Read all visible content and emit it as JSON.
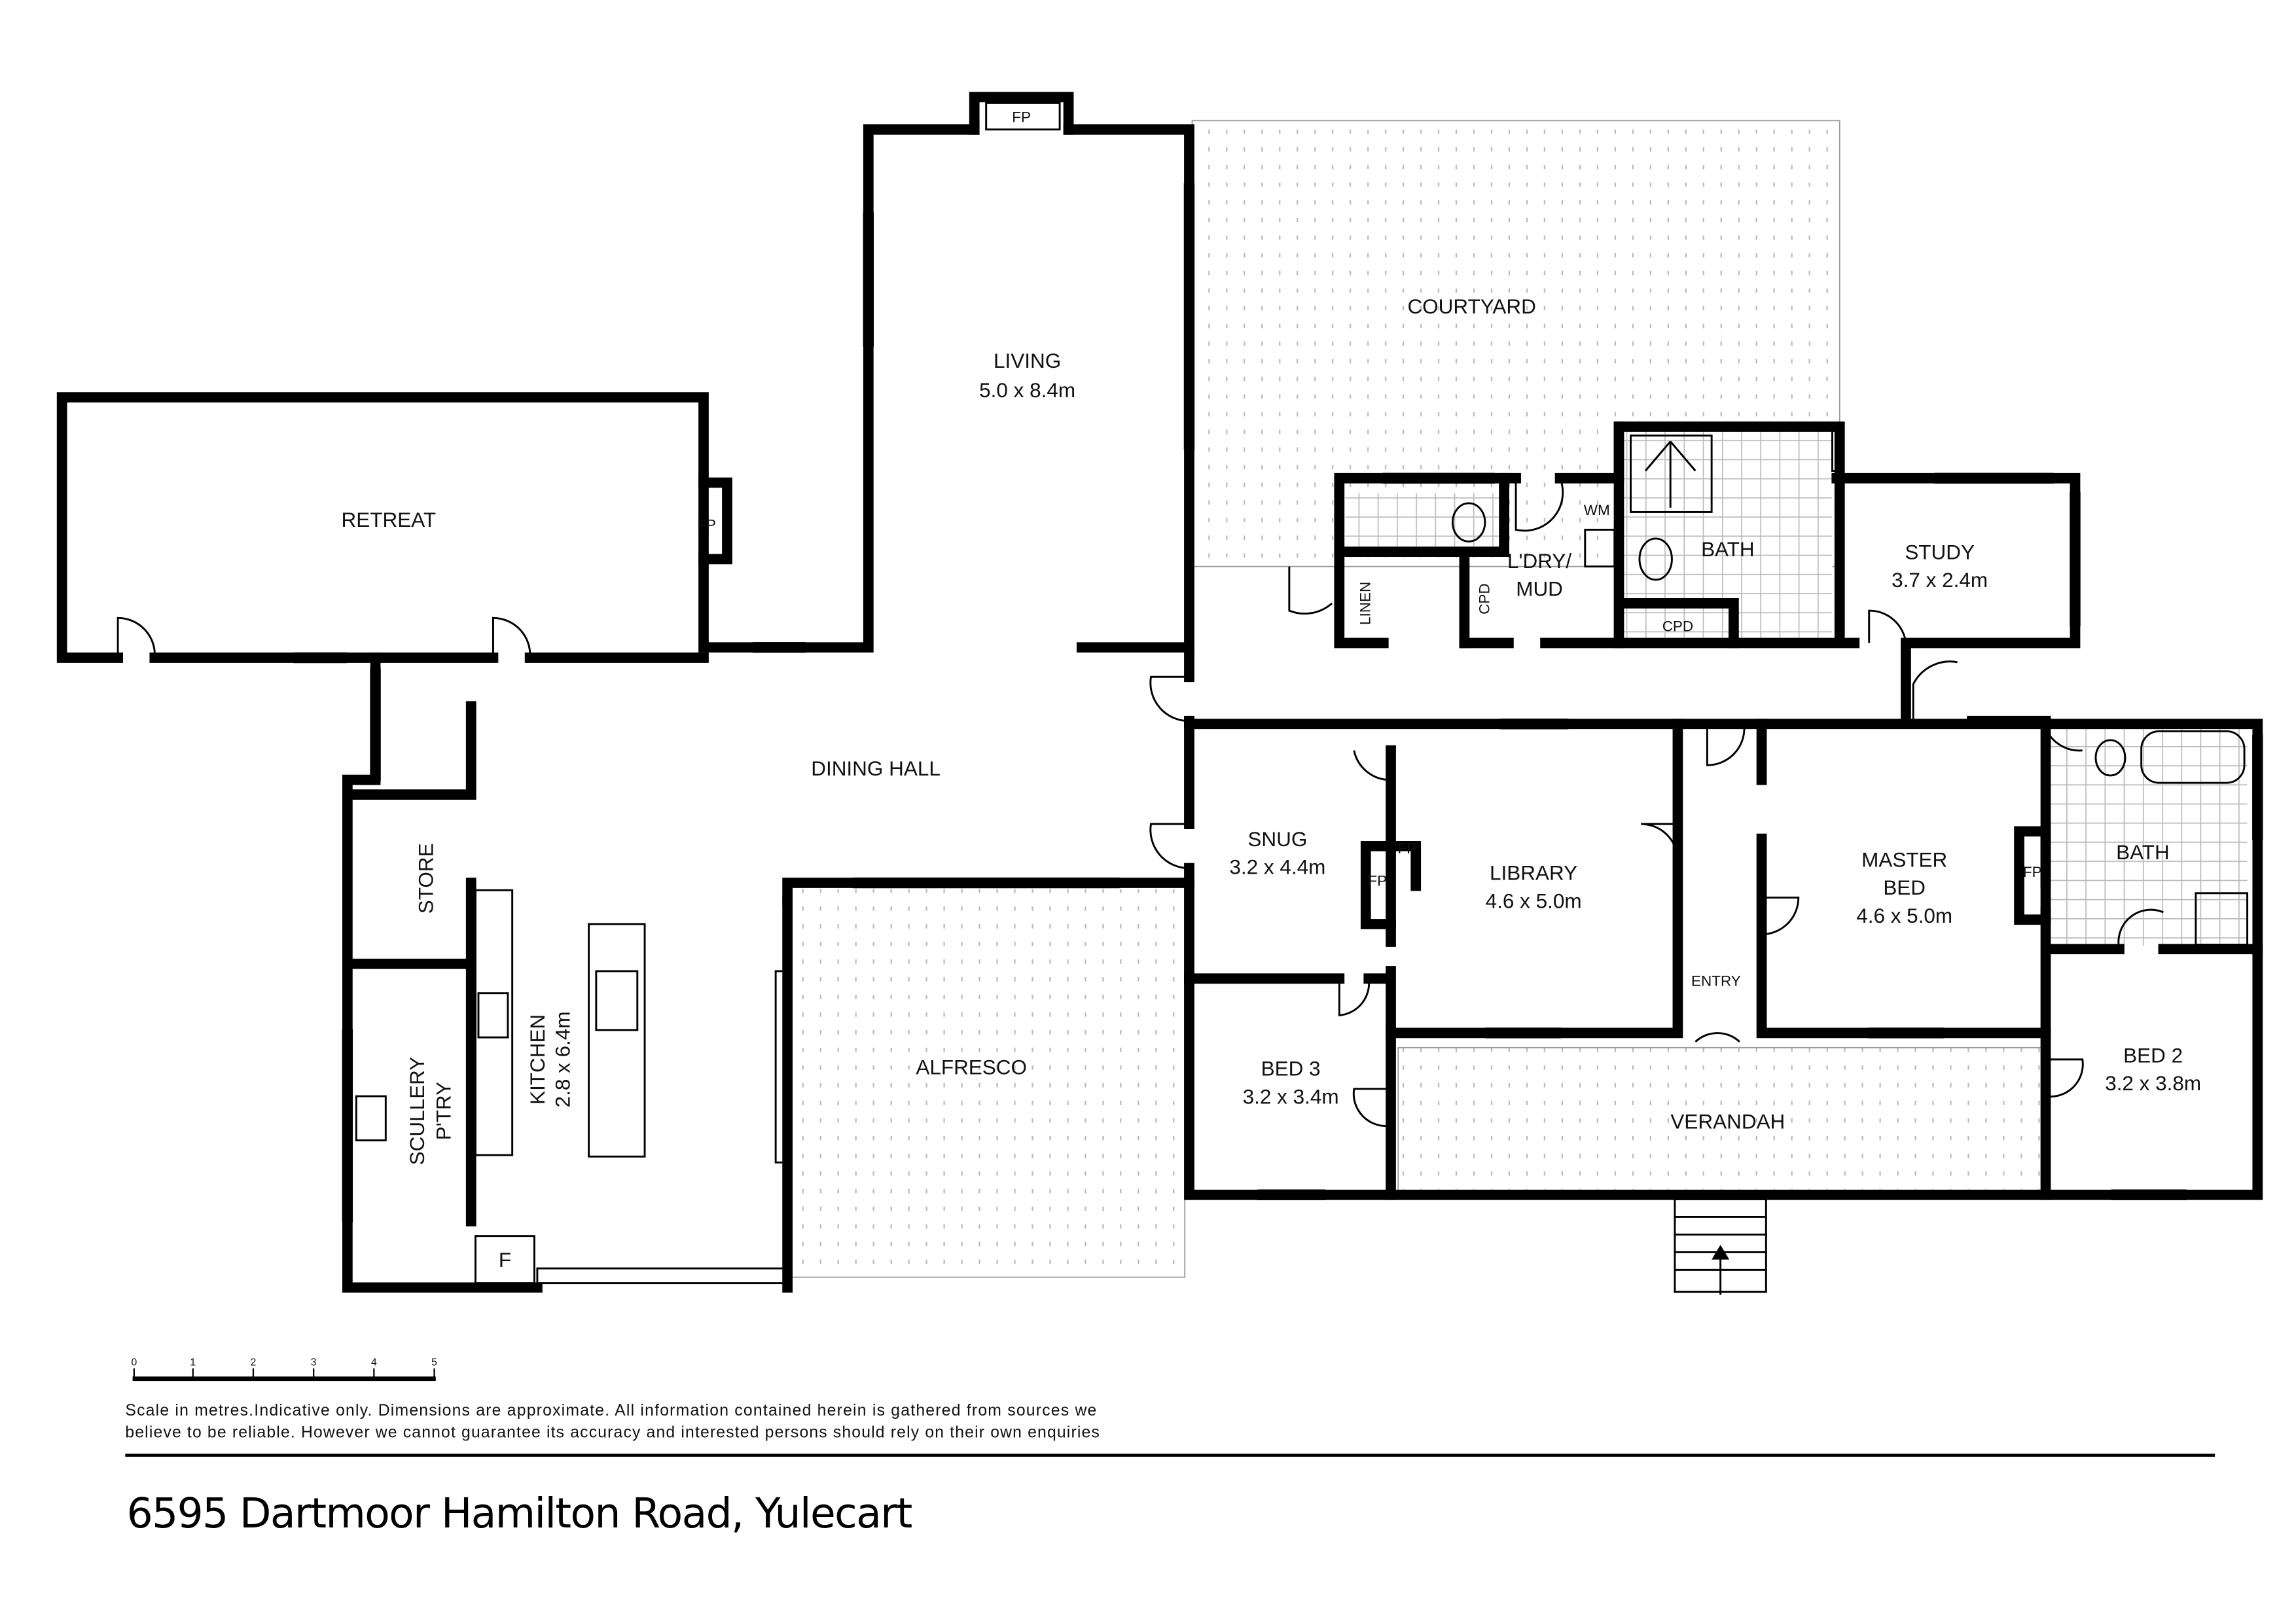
{
  "rooms": {
    "courtyard": {
      "name": "COURTYARD"
    },
    "living": {
      "name": "LIVING",
      "dims": "5.0 x 8.4m"
    },
    "retreat": {
      "name": "RETREAT"
    },
    "dining_hall": {
      "name": "DINING HALL"
    },
    "store": {
      "name": "STORE"
    },
    "scullery": {
      "name": "SCULLERY",
      "name2": "P'TRY"
    },
    "kitchen": {
      "name": "KITCHEN",
      "dims": "2.8 x 6.4m"
    },
    "alfresco": {
      "name": "ALFRESCO"
    },
    "snug": {
      "name": "SNUG",
      "dims": "3.2 x 4.4m"
    },
    "library": {
      "name": "LIBRARY",
      "dims": "4.6 x 5.0m"
    },
    "master_bed": {
      "name": "MASTER",
      "name2": "BED",
      "dims": "4.6 x 5.0m"
    },
    "bath_ensuite": {
      "name": "BATH"
    },
    "bed3": {
      "name": "BED 3",
      "dims": "3.2 x 3.4m"
    },
    "verandah": {
      "name": "VERANDAH"
    },
    "bed2": {
      "name": "BED 2",
      "dims": "3.2 x 3.8m"
    },
    "entry": {
      "name": "ENTRY"
    },
    "laundry": {
      "name": "L'DRY/",
      "name2": "MUD"
    },
    "bath_main": {
      "name": "BATH"
    },
    "study": {
      "name": "STUDY",
      "dims": "3.7 x 2.4m"
    },
    "linen": {
      "name": "LINEN"
    },
    "cpd1": {
      "name": "CPD"
    },
    "cpd2": {
      "name": "CPD"
    },
    "wm": {
      "name": "WM"
    },
    "fridge": {
      "name": "F"
    }
  },
  "fireplaces": [
    "FP",
    "FP",
    "FP",
    "FP",
    "FP"
  ],
  "scale_bar": {
    "ticks": [
      "0",
      "1",
      "2",
      "3",
      "4",
      "5"
    ],
    "unit": "metres"
  },
  "disclaimer": {
    "line1": "Scale in metres.Indicative only. Dimensions are approximate. All information contained herein is gathered from sources we",
    "line2": "believe to be reliable. However we cannot guarantee its accuracy and interested persons should rely on their own enquiries"
  },
  "address": "6595 Dartmoor Hamilton Road, Yulecart"
}
